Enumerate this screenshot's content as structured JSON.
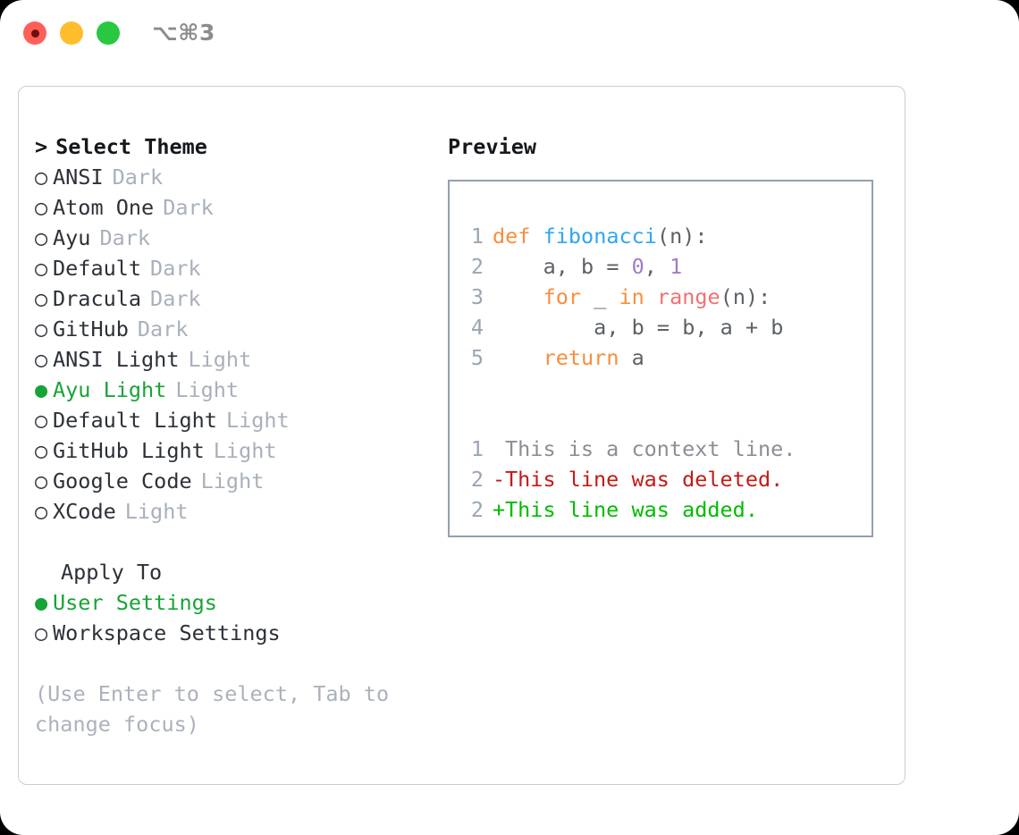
{
  "window": {
    "shortcut": "⌥⌘3",
    "traffic_lights": [
      {
        "name": "close",
        "color": "#ff5f57"
      },
      {
        "name": "minimize",
        "color": "#ffbd2e"
      },
      {
        "name": "zoom",
        "color": "#28c840"
      }
    ]
  },
  "theme_list": {
    "header": "Select Theme",
    "caret": ">",
    "marker_unselected": "○",
    "marker_selected": "●",
    "accent_color": "#17a436",
    "items": [
      {
        "name": "ANSI",
        "variant": "Dark",
        "selected": false
      },
      {
        "name": "Atom One",
        "variant": "Dark",
        "selected": false
      },
      {
        "name": "Ayu",
        "variant": "Dark",
        "selected": false
      },
      {
        "name": "Default",
        "variant": "Dark",
        "selected": false
      },
      {
        "name": "Dracula",
        "variant": "Dark",
        "selected": false
      },
      {
        "name": "GitHub",
        "variant": "Dark",
        "selected": false
      },
      {
        "name": "ANSI Light",
        "variant": "Light",
        "selected": false
      },
      {
        "name": "Ayu Light",
        "variant": "Light",
        "selected": true
      },
      {
        "name": "Default Light",
        "variant": "Light",
        "selected": false
      },
      {
        "name": "GitHub Light",
        "variant": "Light",
        "selected": false
      },
      {
        "name": "Google Code",
        "variant": "Light",
        "selected": false
      },
      {
        "name": "XCode",
        "variant": "Light",
        "selected": false
      }
    ]
  },
  "apply_to": {
    "label": "Apply To",
    "options": [
      {
        "name": "User Settings",
        "selected": true
      },
      {
        "name": "Workspace Settings",
        "selected": false
      }
    ]
  },
  "hint": "(Use Enter to select, Tab to change focus)",
  "preview": {
    "title": "Preview",
    "code_lines": [
      {
        "num": "1",
        "tokens": [
          {
            "t": "def",
            "c": "kw"
          },
          {
            "t": " ",
            "c": "pl"
          },
          {
            "t": "fibonacci",
            "c": "fn"
          },
          {
            "t": "(n):",
            "c": "pl"
          }
        ]
      },
      {
        "num": "2",
        "tokens": [
          {
            "t": "    a, b = ",
            "c": "pl"
          },
          {
            "t": "0",
            "c": "num"
          },
          {
            "t": ", ",
            "c": "pl"
          },
          {
            "t": "1",
            "c": "num"
          }
        ]
      },
      {
        "num": "3",
        "tokens": [
          {
            "t": "    ",
            "c": "pl"
          },
          {
            "t": "for",
            "c": "kw"
          },
          {
            "t": " _ ",
            "c": "pl"
          },
          {
            "t": "in",
            "c": "kw"
          },
          {
            "t": " ",
            "c": "pl"
          },
          {
            "t": "range",
            "c": "bi"
          },
          {
            "t": "(n):",
            "c": "pl"
          }
        ]
      },
      {
        "num": "4",
        "tokens": [
          {
            "t": "        a, b = b, a + b",
            "c": "pl"
          }
        ]
      },
      {
        "num": "5",
        "tokens": [
          {
            "t": "    ",
            "c": "pl"
          },
          {
            "t": "return",
            "c": "kw"
          },
          {
            "t": " a",
            "c": "pl"
          }
        ]
      }
    ],
    "diff_lines": [
      {
        "num": "1",
        "sign": " ",
        "text": "This is a context line.",
        "kind": "ctx"
      },
      {
        "num": "2",
        "sign": "-",
        "text": "This line was deleted.",
        "kind": "del"
      },
      {
        "num": "2",
        "sign": "+",
        "text": "This line was added.",
        "kind": "add"
      }
    ],
    "colors": {
      "keyword": "#fa8d3e",
      "function": "#2fa6f5",
      "number": "#a37acc",
      "builtin": "#f07171",
      "plain": "#5c6166",
      "gutter": "#9aa5b4",
      "context": "#8a8f96",
      "deleted": "#c41a16",
      "added": "#00bb00",
      "box_border": "#93a0b2"
    }
  }
}
